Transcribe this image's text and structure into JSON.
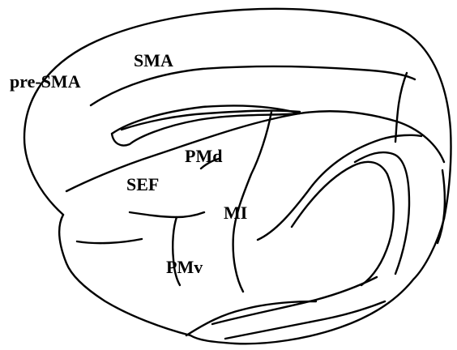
{
  "labels": {
    "sma": "SMA",
    "pre_sma": "pre-SMA",
    "pmd": "PMd",
    "sef": "SEF",
    "mi": "MI",
    "pmv": "PMv"
  }
}
